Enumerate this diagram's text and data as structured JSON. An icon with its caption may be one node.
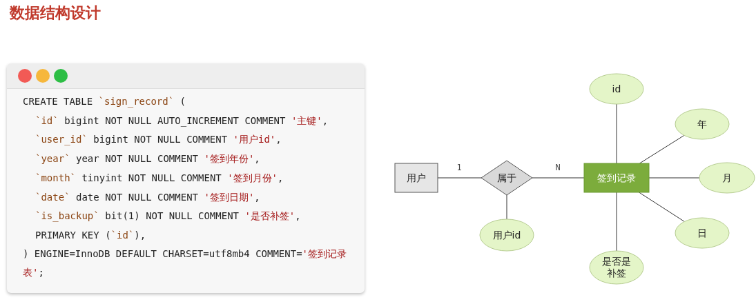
{
  "diagram": {
    "title": "数据结构设计",
    "nodes": [
      {
        "text": [
          "用户"
        ]
      },
      {
        "text": [
          "属于"
        ]
      },
      {
        "text": [
          "签到记录"
        ]
      },
      {
        "text": [
          "id"
        ]
      },
      {
        "text": [
          "年"
        ]
      },
      {
        "text": [
          "月"
        ]
      },
      {
        "text": [
          "日"
        ]
      },
      {
        "text": [
          "用户id"
        ]
      },
      {
        "text": [
          "是否是补签"
        ]
      }
    ],
    "edges": [
      {
        "from": 0,
        "to": 1,
        "arrow": "none",
        "label": "1"
      },
      {
        "from": 1,
        "to": 2,
        "arrow": "none",
        "label": "N"
      },
      {
        "from": 1,
        "to": 7,
        "arrow": "none"
      },
      {
        "from": 2,
        "to": 3,
        "arrow": "none"
      },
      {
        "from": 2,
        "to": 4,
        "arrow": "none"
      },
      {
        "from": 2,
        "to": 5,
        "arrow": "none"
      },
      {
        "from": 2,
        "to": 6,
        "arrow": "none"
      },
      {
        "from": 2,
        "to": 8,
        "arrow": "none"
      }
    ],
    "labels": [
      "CREATE TABLE `sign_record` (",
      "`id` bigint NOT NULL AUTO_INCREMENT COMMENT '主键',",
      "`user_id` bigint NOT NULL COMMENT '用户id',",
      "`year` year NOT NULL COMMENT '签到年份',",
      "`month` tinyint NOT NULL COMMENT '签到月份',",
      "`date` date NOT NULL COMMENT '签到日期',",
      "`is_backup` bit(1) NOT NULL COMMENT '是否补签',",
      "PRIMARY KEY (`id`),",
      ") ENGINE=InnoDB DEFAULT CHARSET=utf8mb4 COMMENT='签到记录表';"
    ]
  }
}
